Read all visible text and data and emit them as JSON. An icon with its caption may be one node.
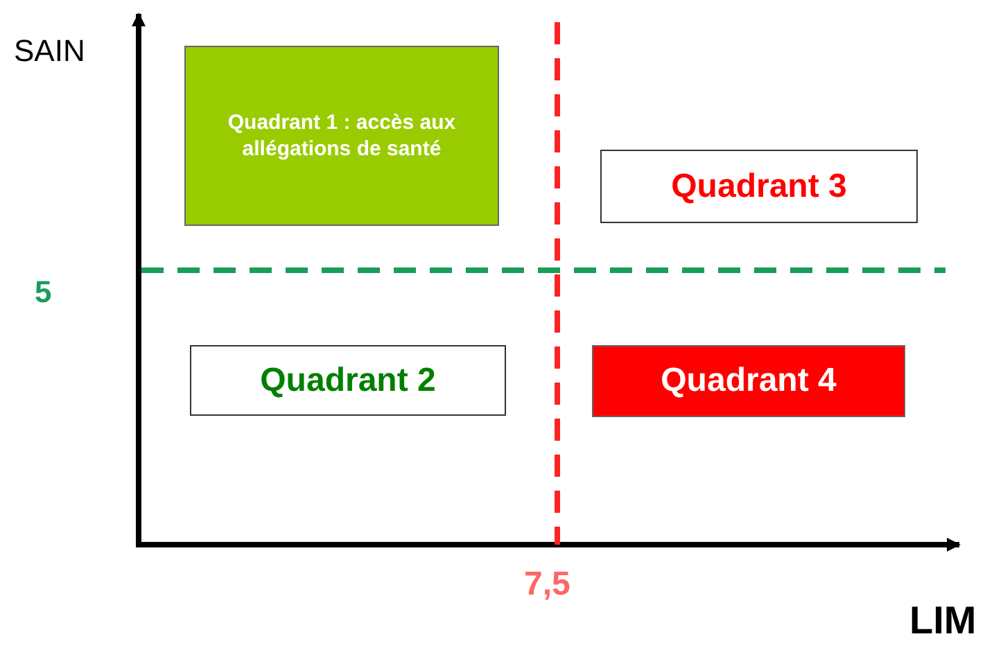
{
  "diagram": {
    "nodes": [
      {
        "text": [
          "Quadrant 1 : accès aux allégations de santé"
        ]
      },
      {
        "text": [
          "Quadrant 3"
        ]
      },
      {
        "text": [
          "Quadrant 2"
        ]
      },
      {
        "text": [
          "Quadrant 4"
        ]
      }
    ],
    "labels": [
      "SAIN",
      "5",
      "7,5",
      "LIM"
    ]
  }
}
